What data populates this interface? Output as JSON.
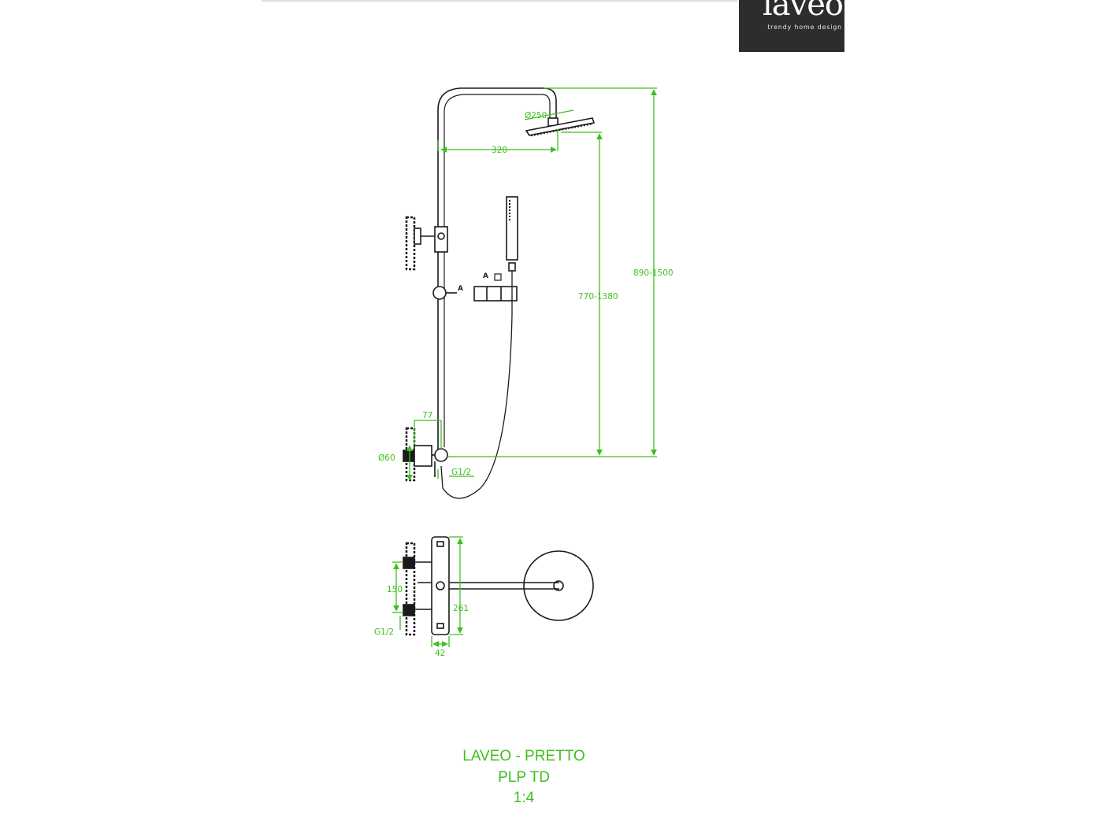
{
  "logo": {
    "brand": "laveo",
    "tagline": "trendy home design"
  },
  "dimensions": {
    "head_diameter": "Ø250",
    "arm_length": "320",
    "total_height": "890-1500",
    "head_height": "770-1380",
    "section_mark_a": "A",
    "section_label_a": "A",
    "valve_offset": "77",
    "knob_diameter": "Ø60",
    "inlet_thread": "G1/2",
    "inlet_spacing": "150",
    "valve_height": "261",
    "valve_depth": "42",
    "inlet_thread_top": "G1/2"
  },
  "title_block": {
    "name": "LAVEO - PRETTO",
    "code": "PLP TD",
    "scale": "1:4"
  },
  "colors": {
    "dimension": "#3fbf1f",
    "line": "#1a1a1a",
    "logo_bg": "#2e2c2c"
  }
}
